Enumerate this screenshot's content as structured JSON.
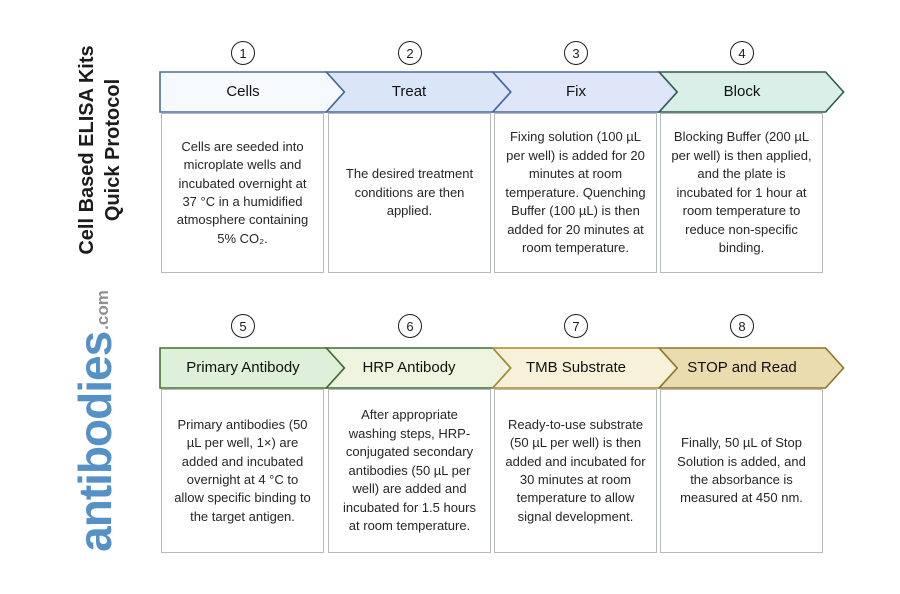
{
  "sidebar": {
    "title_line1": "Cell Based ELISA Kits",
    "title_line2": "Quick Protocol",
    "logo_text": "antibodies",
    "logo_suffix": ".com",
    "logo_color": "#5590c6",
    "logo_suffix_color": "#8f9093"
  },
  "rows": [
    {
      "steps": [
        {
          "number": "1",
          "label": "Cells",
          "fill": "#f6f9fd",
          "border": "#4a6f9d",
          "description": "Cells are seeded into microplate wells and incubated overnight at 37 °C in a humidified atmosphere containing 5% CO₂."
        },
        {
          "number": "2",
          "label": "Treat",
          "fill": "#dae5f8",
          "border": "#44699b",
          "description": "The desired treatment conditions are then applied."
        },
        {
          "number": "3",
          "label": "Fix",
          "fill": "#dfe6f8",
          "border": "#44699b",
          "description": "Fixing solution (100 µL per well) is added for 20 minutes at room temperature. Quenching Buffer (100 µL) is then added for 20 minutes at room temperature."
        },
        {
          "number": "4",
          "label": "Block",
          "fill": "#d9efe7",
          "border": "#2f5c52",
          "description": "Blocking Buffer (200 µL per well) is then applied, and the plate is incubated for 1 hour at room temperature to reduce non-specific binding."
        }
      ]
    },
    {
      "steps": [
        {
          "number": "5",
          "label": "Primary Antibody",
          "fill": "#def0d9",
          "border": "#45742c",
          "description": "Primary antibodies (50 µL per well, 1×) are added and incubated overnight at 4 °C to allow specific binding to the target antigen."
        },
        {
          "number": "6",
          "label": "HRP Antibody",
          "fill": "#eef4df",
          "border": "#3f6b33",
          "description": "After appropriate washing steps, HRP-conjugated secondary antibodies (50 µL per well) are added and incubated for 1.5 hours at room temperature."
        },
        {
          "number": "7",
          "label": "TMB Substrate",
          "fill": "#f6f1d8",
          "border": "#a5892f",
          "description": "Ready-to-use substrate (50 µL per well) is then added and incubated for 30 minutes at room temperature to allow signal development."
        },
        {
          "number": "8",
          "label": "STOP and Read",
          "fill": "#eadcae",
          "border": "#8f7527",
          "description": "Finally, 50 µL of Stop Solution is added, and the absorbance is measured at 450 nm."
        }
      ]
    }
  ]
}
